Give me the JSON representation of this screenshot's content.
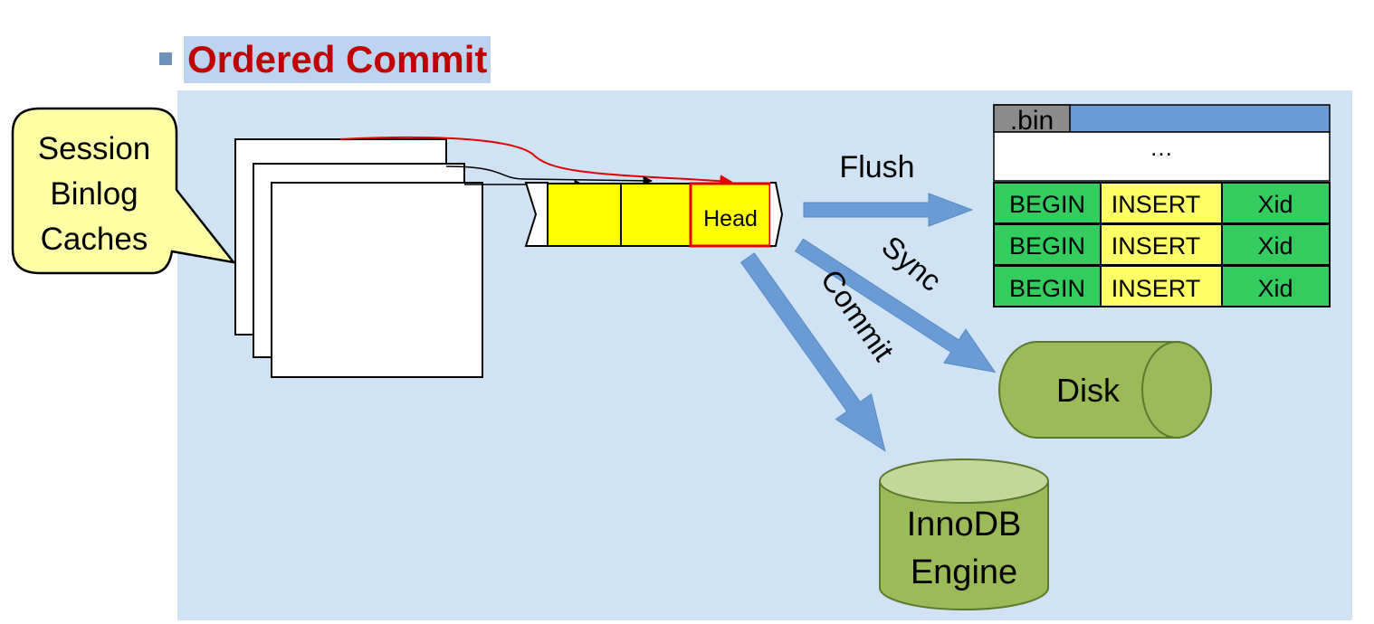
{
  "title": "Ordered Commit",
  "callout": {
    "line1": "Session",
    "line2": "Binlog",
    "line3": "Caches"
  },
  "queue": {
    "head_label": "Head"
  },
  "binlog": {
    "file_label": ".bin",
    "ellipsis": "…",
    "rows": [
      [
        "BEGIN",
        "INSERT",
        "Xid"
      ],
      [
        "BEGIN",
        "INSERT",
        "Xid"
      ],
      [
        "BEGIN",
        "INSERT",
        "Xid"
      ]
    ]
  },
  "stages": {
    "flush": "Flush",
    "sync": "Sync",
    "commit": "Commit"
  },
  "disk": {
    "label": "Disk"
  },
  "engine": {
    "line1": "InnoDB",
    "line2": "Engine"
  },
  "colors": {
    "title_red": "#c00000",
    "panel_blue": "#cfe3f4",
    "callout_yellow": "#ffffa6",
    "queue_yellow": "#ffff00",
    "head_border": "#e00000",
    "row_green": "#33cc5f",
    "row_yellow": "#ffff66",
    "arrow_blue": "#6a9bd4",
    "cylinder_green": "#9bbb59"
  }
}
